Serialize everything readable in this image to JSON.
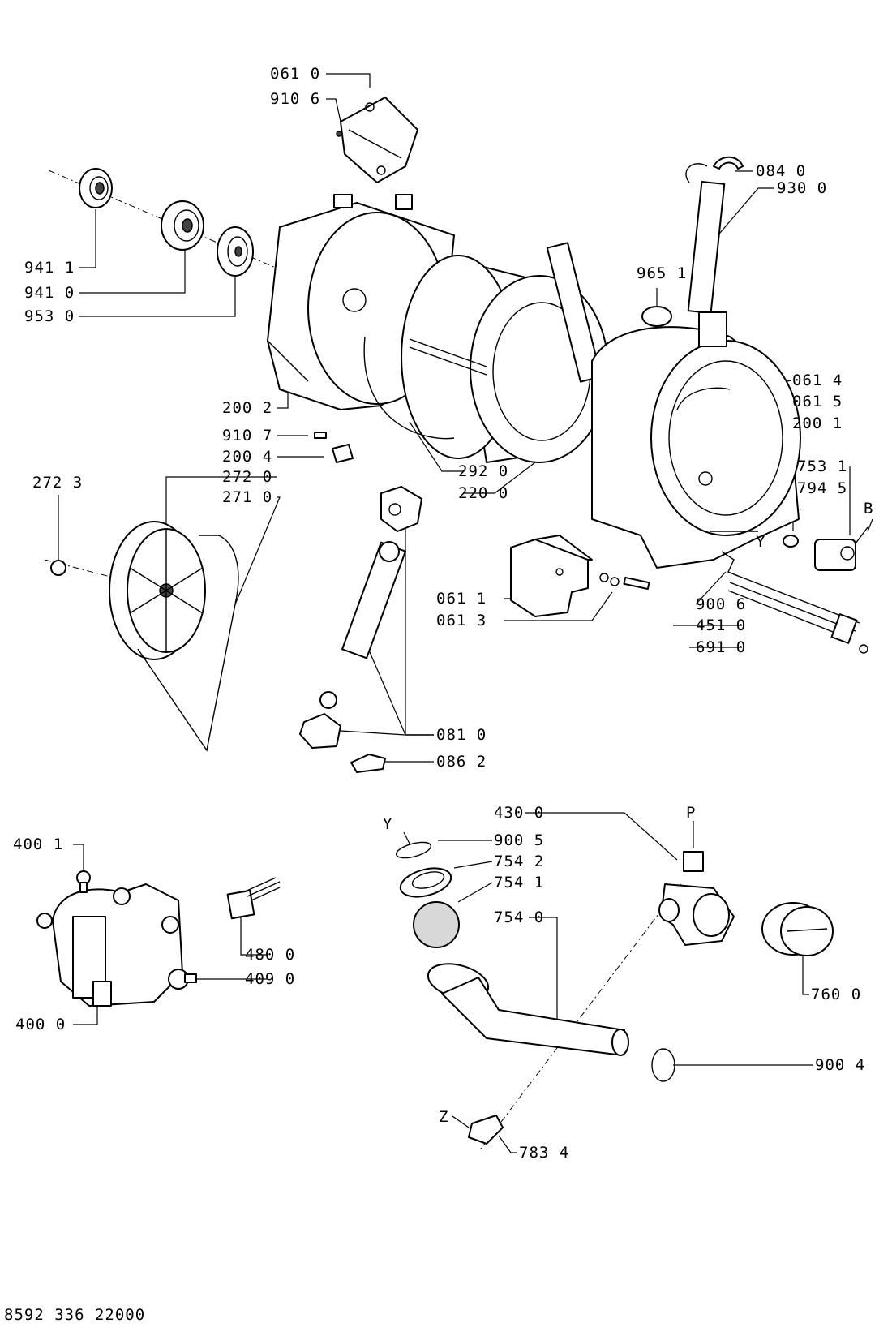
{
  "document_code": "8592 336 22000",
  "labels": {
    "l0610": "061 0",
    "l9106": "910 6",
    "l0840": "084 0",
    "l9300": "930 0",
    "l9411a": "941 1",
    "l9410": "941 0",
    "l9530": "953 0",
    "l9651": "965 1",
    "l0614": "061 4",
    "l0615": "061 5",
    "l2001": "200 1",
    "l2002": "200 2",
    "l9107": "910 7",
    "l2004": "200 4",
    "l2723": "272 3",
    "l2720": "272 0",
    "l2710": "271 0",
    "l2920": "292 0",
    "l2200": "220 0",
    "l7531": "753 1",
    "l7945": "794 5",
    "lB": "B",
    "lY1": "Y",
    "l0611": "061 1",
    "l0613": "061 3",
    "l9006": "900 6",
    "l4510": "451 0",
    "l6910": "691 0",
    "l0810": "081 0",
    "l0862": "086 2",
    "l4300": "430 0",
    "lP": "P",
    "lY2": "Y",
    "l9005": "900 5",
    "l7542": "754 2",
    "l7541": "754 1",
    "l7540": "754 0",
    "l4001": "400 1",
    "l4800": "480 0",
    "l4090": "409 0",
    "l4000": "400 0",
    "l7600": "760 0",
    "l9004": "900 4",
    "lZ": "Z",
    "l7834": "783 4"
  }
}
